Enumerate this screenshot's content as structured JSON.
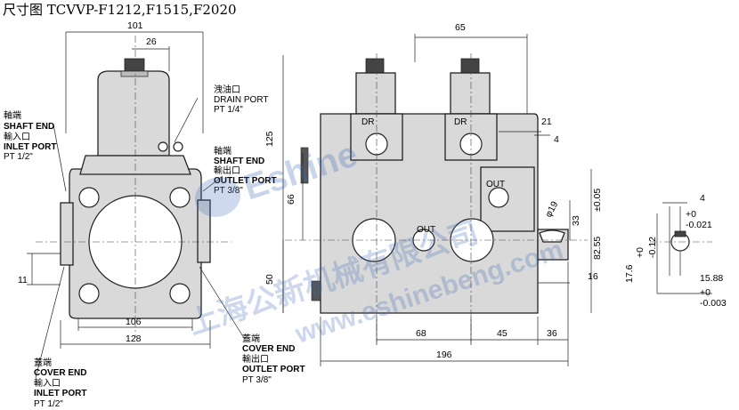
{
  "title": "尺寸图  TCVVP-F1212,F1515,F2020",
  "left_view": {
    "dims": {
      "width_top": "101",
      "center_offset": "26",
      "bottom_inner": "106",
      "bottom_outer": "128",
      "left_small": "11"
    },
    "labels": {
      "shaft_end_cn": "軸端",
      "shaft_end": "SHAFT END",
      "inlet_cn": "輸入口",
      "inlet": "INLET PORT",
      "inlet_size": "PT 1/2\"",
      "drain_cn": "洩油口",
      "drain": "DRAIN PORT",
      "drain_size": "PT 1/4\"",
      "shaft_end_right_cn": "軸端",
      "shaft_end_right": "SHAFT END",
      "outlet_right_cn": "輸出口",
      "outlet_right": "OUTLET PORT",
      "outlet_right_size": "PT 3/8\"",
      "cover_end_bl_cn": "蓋端",
      "cover_end_bl": "COVER END",
      "inlet_bl_cn": "輸入口",
      "inlet_bl": "INLET PORT",
      "inlet_bl_size": "PT 1/2\"",
      "cover_end_br_cn": "蓋端",
      "cover_end_br": "COVER END",
      "outlet_br_cn": "輸出口",
      "outlet_br": "OUTLET PORT",
      "outlet_br_size": "PT 3/8\""
    }
  },
  "side_view": {
    "dims": {
      "top": "65",
      "d21": "21",
      "d4": "4",
      "d125": "125",
      "d66": "66",
      "d50": "50",
      "d19": "19",
      "d33": "33",
      "d8255": "82.55",
      "tol_8255": "±0.05",
      "d16": "16",
      "d68": "68",
      "d45": "45",
      "d36": "36",
      "d196": "196"
    },
    "labels": {
      "dr1": "DR",
      "dr2": "DR",
      "out1": "OUT",
      "out2": "OUT",
      "phi19": "φ19"
    }
  },
  "shaft_detail": {
    "key_width": "4",
    "key_tol_top": "+0",
    "key_tol_bottom": "-0.021",
    "shaft_dia": "17.6",
    "shaft_tol_top": "+0",
    "shaft_tol_bottom": "-0.12",
    "height": "15.88",
    "height_tol_top": "+0",
    "height_tol_bottom": "-0.003"
  },
  "watermark": {
    "line1": "Eshine",
    "line2": "上海公新机械有限公司",
    "line3": "www.eshinebeng.com"
  }
}
